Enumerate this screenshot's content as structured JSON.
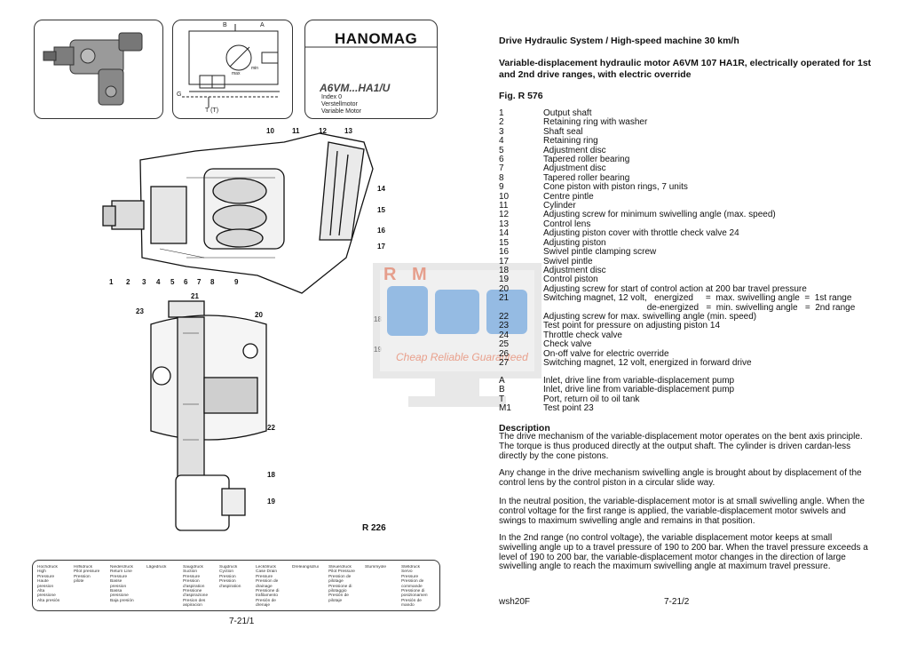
{
  "left_page": {
    "brand": "HANOMAG",
    "model": "A6VM...HA1/U",
    "index_lines": [
      "Index 0",
      "Verstellmotor",
      "Variable Motor"
    ],
    "figure_id": "R 226",
    "page_number": "7-21/1",
    "callouts": [
      "1",
      "2",
      "3",
      "4",
      "5",
      "6",
      "7",
      "8",
      "9",
      "10",
      "11",
      "12",
      "13",
      "14",
      "15",
      "16",
      "17",
      "18",
      "19",
      "20",
      "21",
      "22",
      "23"
    ],
    "schematic_labels": [
      "B",
      "A",
      "G",
      "T (T)",
      "max",
      "min"
    ],
    "legend_columns": [
      [
        "Hochdruck",
        "High Pressure",
        "Haute pression",
        "Alta pressione",
        "Alta presión"
      ],
      [
        "Hilfsdruck",
        "Pilot pressure",
        "Pression pilote"
      ],
      [
        "Niederdruck",
        "Return Line Pressure",
        "Basse pression",
        "Bassa pressione",
        "Baja presión"
      ],
      [
        "Lägedruck"
      ],
      [
        "Saugdruck",
        "Suction Pressure",
        "Pression d'aspiration",
        "Pressione d'aspirazione",
        "Presion des aspiracion"
      ],
      [
        "Sugdruck",
        "Суction",
        "Pression",
        "Pression d'aspiration"
      ],
      [
        "Leckölruck",
        "Case Drain Pressure",
        "Pression de drainage",
        "Pressione di trafilamento",
        "Presión de drenaje"
      ],
      [
        "Dreleangsdruck"
      ],
      [
        "Steuerdruck",
        "Pilot Pressure",
        "Pression de pilotage",
        "Pressione di pilotaggio",
        "Presión de pilotaje"
      ],
      [
        "Stummyole"
      ],
      [
        "Stelldruck",
        "Servo Pressure",
        "Pression de commande",
        "Pressione di posizionamento",
        "Presión de mando"
      ]
    ]
  },
  "right_page": {
    "title": "Drive Hydraulic System / High-speed machine 30 km/h",
    "subtitle": "Variable-displacement hydraulic motor A6VM 107 HA1R, electrically operated for 1st and 2nd drive ranges, with electric override",
    "figure": "Fig. R 576",
    "parts": [
      {
        "n": "1",
        "t": "Output shaft"
      },
      {
        "n": "2",
        "t": "Retaining ring with washer"
      },
      {
        "n": "3",
        "t": "Shaft seal"
      },
      {
        "n": "4",
        "t": "Retaining ring"
      },
      {
        "n": "5",
        "t": "Adjustment disc"
      },
      {
        "n": "6",
        "t": "Tapered roller bearing"
      },
      {
        "n": "7",
        "t": "Adjustment disc"
      },
      {
        "n": "8",
        "t": "Tapered roller bearing"
      },
      {
        "n": "9",
        "t": "Cone piston with piston rings, 7 units"
      },
      {
        "n": "10",
        "t": "Centre pintle"
      },
      {
        "n": "11",
        "t": "Cylinder"
      },
      {
        "n": "12",
        "t": "Adjusting screw for minimum swivelling angle (max. speed)"
      },
      {
        "n": "13",
        "t": "Control lens"
      },
      {
        "n": "14",
        "t": "Adjusting piston cover with throttle check valve 24"
      },
      {
        "n": "15",
        "t": "Adjusting piston"
      },
      {
        "n": "16",
        "t": "Swivel pintle clamping screw"
      },
      {
        "n": "17",
        "t": "Swivel pintle"
      },
      {
        "n": "18",
        "t": "Adjustment disc"
      },
      {
        "n": "19",
        "t": "Control piston"
      },
      {
        "n": "20",
        "t": "Adjusting screw for start of control action at 200 bar travel pressure"
      },
      {
        "n": "21",
        "t": "Switching magnet, 12 volt,   energized     =  max. swivelling angle  =  1st range"
      },
      {
        "n": "",
        "t": "                                          de-energized   =  min. swivelling angle   =  2nd range"
      },
      {
        "n": "22",
        "t": "Adjusting screw for max. swivelling angle (min. speed)"
      },
      {
        "n": "23",
        "t": "Test point for pressure on adjusting piston 14"
      },
      {
        "n": "24",
        "t": "Throttle check valve"
      },
      {
        "n": "25",
        "t": "Check valve"
      },
      {
        "n": "26",
        "t": "On-off valve for electric override"
      },
      {
        "n": "27",
        "t": "Switching magnet, 12 volt, energized in forward drive"
      }
    ],
    "ports": [
      {
        "n": "A",
        "t": "Inlet, drive line from variable-displacement pump"
      },
      {
        "n": "B",
        "t": "Inlet, drive line from variable-displacement pump"
      },
      {
        "n": "T",
        "t": "Port, return oil to oil tank"
      },
      {
        "n": "M1",
        "t": "Test point 23"
      }
    ],
    "description_heading": "Description",
    "description": [
      "The drive mechanism of the variable-displacement motor operates on the bent axis principle. The torque is thus produced directly at the output shaft. The cylinder is driven cardan-less directly by the cone pistons.",
      "Any change in the drive mechanism swivelling angle is brought about by displacement of the control lens by the control piston in a circular slide way.",
      "In the neutral position, the variable-displacement motor is at small swivelling angle. When the control voltage for the first range is applied, the variable-displacement motor swivels and swings to maximum swivelling angle and remains in that position.",
      "In the 2nd range (no control voltage), the variable displacement motor keeps at small swivelling angle up to a travel pressure of 190 to 200 bar. When the travel pressure exceeds a level of 190 to 200 bar, the variable-displacement motor changes in the direction of large swivelling angle to reach the maximum swivelling angle at maximum travel pressure."
    ],
    "footer_code": "wsh20F",
    "page_number": "7-21/2"
  },
  "watermark": {
    "letters": "R M",
    "tagline": "Cheap Reliable Guaranteed",
    "accent": "#e06a4c",
    "blue": "#4a90d9"
  }
}
